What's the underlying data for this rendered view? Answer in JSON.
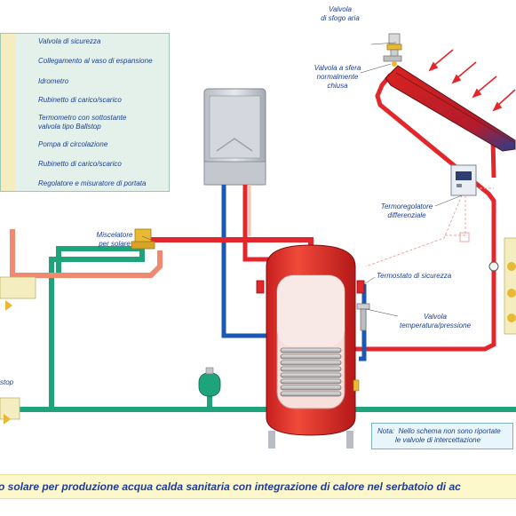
{
  "legend": {
    "items": [
      "Valvola di sicurezza",
      "Collegamento al vaso di espansione",
      "Idrometro",
      "Rubinetto di carico/scarico",
      "Termometro con sottostante\nvalvola tipo Ballstop",
      "Pompa di circolazione",
      "Rubinetto di carico/scarico",
      "Regolatore e misuratore di portata"
    ]
  },
  "labels": {
    "vent_valve": "Valvola\ndi sfogo aria",
    "ball_valve": "Valvola a sfera\nnormalmente\nchiusa",
    "thermoregulator": "Termoregolatore\ndifferenziale",
    "mixer": "Miscelatore\nper solare",
    "safety_thermostat": "Termostato di sicurezza",
    "temp_pressure_valve": "Valvola\ntemperatura/pressione",
    "ballstop": "stop"
  },
  "note": "Nota:  Nello schema non sono riportate\n         le valvole di intercettazione",
  "caption": "o solare per produzione acqua calda sanitaria con integrazione di calore nel serbatoio di ac",
  "colors": {
    "hot": "#e3262c",
    "hot_light": "#f0896f",
    "cold": "#1b57b5",
    "green": "#1ea37a",
    "tank": "#e5332a",
    "label": "#1d3f8f",
    "caption_bg": "#fdf7cc"
  }
}
